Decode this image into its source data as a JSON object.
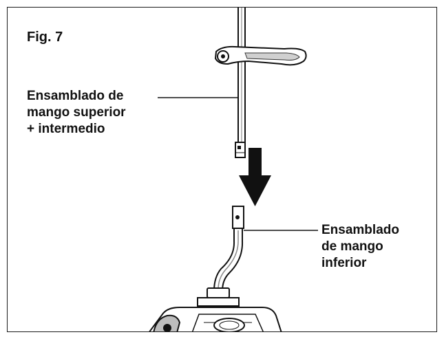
{
  "figure": {
    "label": "Fig. 7"
  },
  "callouts": {
    "upper_handle": {
      "lines": [
        "Ensamblado de",
        "mango superior",
        "+ intermedio"
      ]
    },
    "lower_handle": {
      "lines": [
        "Ensamblado",
        "de mango",
        "inferior"
      ]
    }
  },
  "colors": {
    "ink": "#111111",
    "frame": "#1a1a1a",
    "handle_fill": "#d9d9d9",
    "background": "#ffffff"
  }
}
